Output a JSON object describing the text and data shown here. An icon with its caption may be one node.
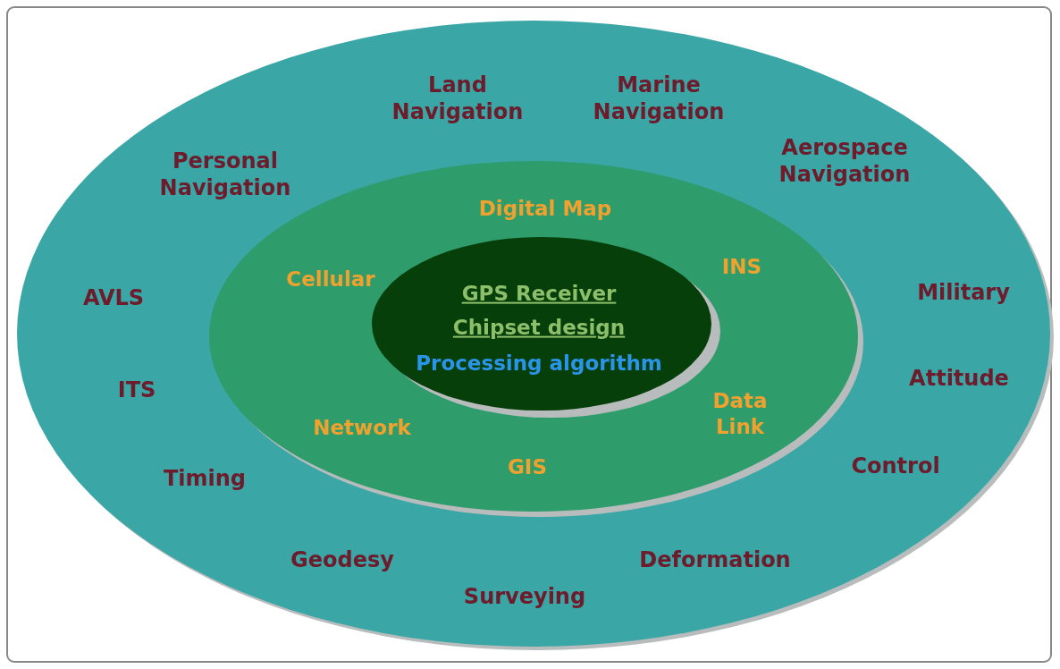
{
  "diagram": {
    "nodes": [
      {
        "text": [
          "Land Navigation",
          "Marine Navigation",
          "Personal Navigation",
          "Aerospace Navigation",
          "AVLS",
          "Military",
          "ITS",
          "Attitude",
          "Timing",
          "Control",
          "Geodesy",
          "Deformation",
          "Surveying"
        ]
      },
      {
        "text": [
          "Digital Map",
          "Cellular",
          "INS",
          "Data Link",
          "Network",
          "GIS"
        ],
        "in": 0
      },
      {
        "text": [
          "GPS Receiver",
          "Chipset design",
          "Processing algorithm"
        ],
        "in": 1
      }
    ]
  }
}
